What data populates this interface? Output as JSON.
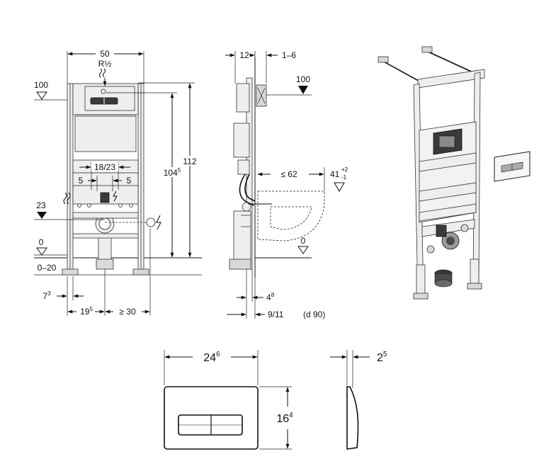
{
  "front_view": {
    "width": "50",
    "thread_main": "R",
    "thread_frac": "½",
    "top_level": "100",
    "total_height": "112",
    "height_main": "104",
    "height_sup": "5",
    "spacing": "18/23",
    "offset_left": "5",
    "offset_right": "5",
    "level_23": "23",
    "level_0": "0",
    "floor_range": "0–20",
    "bottom_left_main": "7",
    "bottom_left_sup": "3",
    "bottom_mid_main": "19",
    "bottom_mid_sup": "5",
    "bottom_right": "≥ 30"
  },
  "side_view": {
    "depth_12": "12",
    "depth_range": "1–6",
    "top_level": "100",
    "projection": "≤ 62",
    "height_main": "41",
    "tol_plus": "+2",
    "tol_minus": "-1",
    "level_0": "0",
    "depth_small_main": "4",
    "depth_small_sup": "8",
    "bottom_dim": "9/11",
    "bottom_note": "(d 90)"
  },
  "plate": {
    "width_main": "24",
    "width_sup": "6",
    "height_main": "16",
    "height_sup": "4",
    "thickness_main": "2",
    "thickness_sup": "5"
  }
}
